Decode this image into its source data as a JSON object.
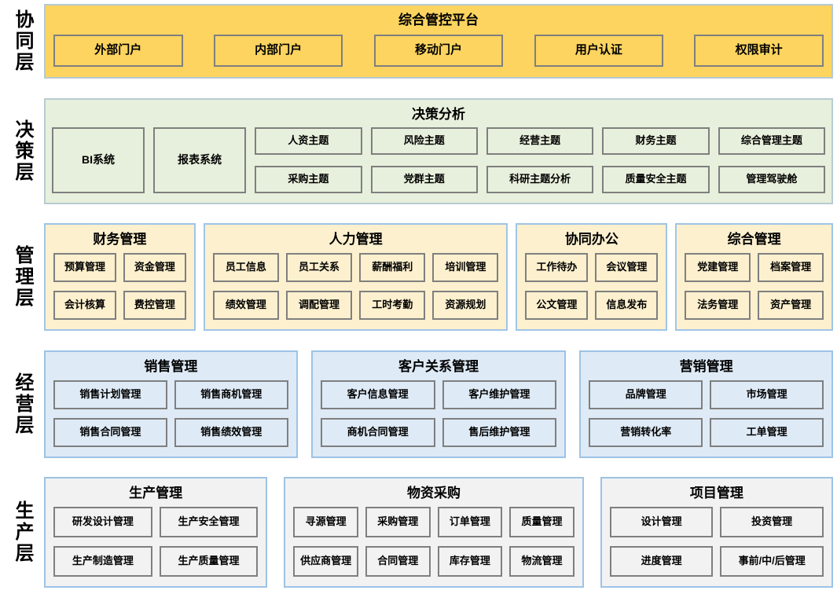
{
  "layers": [
    {
      "id": "collaboration",
      "label": "协同层",
      "bg": "#FCD45F",
      "panel_border": "#B7C9D3",
      "button_border": "#7F7F7F",
      "panels": [
        {
          "title": "综合管控平台",
          "type": "toolbar",
          "buttons": [
            "外部门户",
            "内部门户",
            "移动门户",
            "用户认证",
            "权限审计"
          ]
        }
      ]
    },
    {
      "id": "decision",
      "label": "决策层",
      "bg": "#E7F0DC",
      "panel_border": "#B7CBD3",
      "button_border": "#7F7F7F",
      "panels": [
        {
          "title": "决策分析",
          "type": "decision",
          "systems": [
            "BI系统",
            "报表系统"
          ],
          "topic_columns": [
            [
              "人资主题",
              "采购主题"
            ],
            [
              "风险主题",
              "党群主题"
            ],
            [
              "经营主题",
              "科研主题分析"
            ],
            [
              "财务主题",
              "质量安全主题"
            ],
            [
              "综合管理主题",
              "管理驾驶舱"
            ]
          ]
        }
      ]
    },
    {
      "id": "management",
      "label": "管理层",
      "bg": "#FCF0CE",
      "panel_border": "#9FC5E8",
      "button_border": "#7F7F7F",
      "panels": [
        {
          "title": "财务管理",
          "type": "grid",
          "cols": 2,
          "buttons": [
            "预算管理",
            "资金管理",
            "会计核算",
            "费控管理"
          ]
        },
        {
          "title": "人力管理",
          "type": "grid",
          "cols": 4,
          "buttons": [
            "员工信息",
            "员工关系",
            "薪酬福利",
            "培训管理",
            "绩效管理",
            "调配管理",
            "工时考勤",
            "资源规划"
          ]
        },
        {
          "title": "协同办公",
          "type": "grid",
          "cols": 2,
          "buttons": [
            "工作待办",
            "会议管理",
            "公文管理",
            "信息发布"
          ]
        },
        {
          "title": "综合管理",
          "type": "grid",
          "cols": 2,
          "buttons": [
            "党建管理",
            "档案管理",
            "法务管理",
            "资产管理"
          ]
        }
      ]
    },
    {
      "id": "operation",
      "label": "经营层",
      "bg": "#DEEAF6",
      "panel_border": "#9DC3E6",
      "button_border": "#7F7F7F",
      "panels": [
        {
          "title": "销售管理",
          "type": "grid",
          "cols": 2,
          "buttons": [
            "销售计划管理",
            "销售商机管理",
            "销售合同管理",
            "销售绩效管理"
          ]
        },
        {
          "title": "客户关系管理",
          "type": "grid",
          "cols": 2,
          "buttons": [
            "客户信息管理",
            "客户维护管理",
            "商机合同管理",
            "售后维护管理"
          ]
        },
        {
          "title": "营销管理",
          "type": "grid",
          "cols": 2,
          "buttons": [
            "品牌管理",
            "市场管理",
            "营销转化率",
            "工单管理"
          ]
        }
      ]
    },
    {
      "id": "production",
      "label": "生产层",
      "bg": "#F2F2F2",
      "panel_border": "#9DC3E6",
      "button_border": "#7F7F7F",
      "panels": [
        {
          "title": "生产管理",
          "type": "grid",
          "cols": 2,
          "buttons": [
            "研发设计管理",
            "生产安全管理",
            "生产制造管理",
            "生产质量管理"
          ]
        },
        {
          "title": "物资采购",
          "type": "grid",
          "cols": 4,
          "buttons": [
            "寻源管理",
            "采购管理",
            "订单管理",
            "质量管理",
            "供应商管理",
            "合同管理",
            "库存管理",
            "物流管理"
          ]
        },
        {
          "title": "项目管理",
          "type": "grid",
          "cols": 2,
          "buttons": [
            "设计管理",
            "投资管理",
            "进度管理",
            "事前/中/后管理"
          ]
        }
      ]
    }
  ]
}
